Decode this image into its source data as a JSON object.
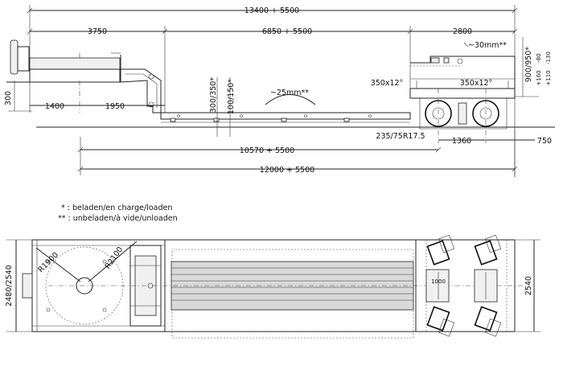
{
  "side_view": {
    "dim_total_length": "13400 + 5500",
    "dim_front_section": "3750",
    "dim_well_section": "6850 + 5500",
    "dim_rear_section": "2800",
    "dim_kingpin_offset": "1400",
    "dim_gooseneck": "1950",
    "dim_front_height": "300",
    "dim_well_height": "300/350*",
    "dim_well_clearance": "100/150*",
    "dim_deflection": "~25mm**",
    "dim_rear_deflection": "~30mm**",
    "dim_rear_left_height": "350x12°",
    "dim_rear_right_height": "350x12°",
    "dim_rear_platform_height": "900/950*",
    "dim_height_adjust_1": "-80",
    "dim_height_adjust_2": "+160",
    "dim_height_adjust_3": "-130",
    "dim_height_adjust_4": "+110",
    "tyre_size": "235/75R17.5",
    "dim_axle_spacing": "1360",
    "dim_rear_overhang": "750",
    "dim_well_length": "10570 + 5500",
    "dim_overall_length": "12000 + 5500"
  },
  "legend": {
    "loaded": "* : beladen/en charge/loaden",
    "unloaded": "** : unbeladen/à vide/unloaden"
  },
  "top_view": {
    "dim_radius_front": "R1900",
    "dim_radius_swing": "R2100",
    "dim_width_left": "2480/2540",
    "dim_width_right": "2540",
    "dim_axle_track": "1000"
  }
}
